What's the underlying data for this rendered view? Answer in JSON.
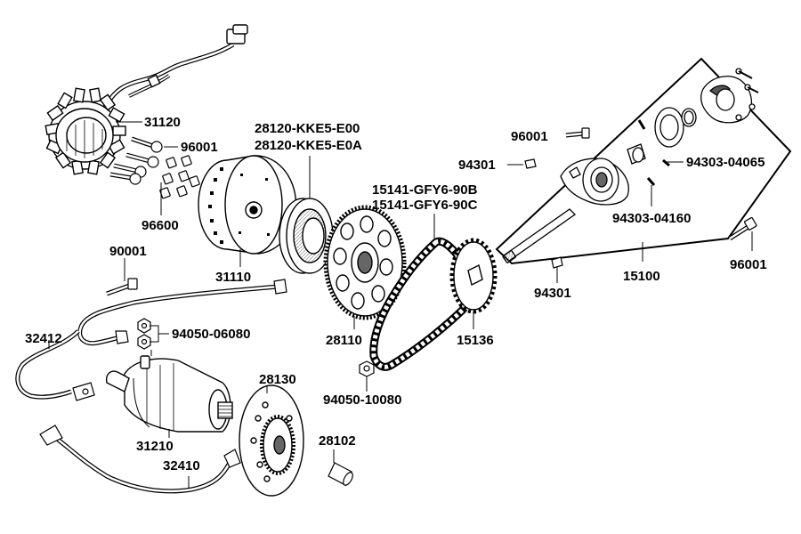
{
  "labels": {
    "p31120": "31120",
    "p96001a": "96001",
    "p96600": "96600",
    "p28120a": "28120-KKE5-E00",
    "p28120b": "28120-KKE5-E0A",
    "p31110": "31110",
    "p90001": "90001",
    "p94050a": "94050-06080",
    "p32412": "32412",
    "p28110": "28110",
    "p15141a": "15141-GFY6-90B",
    "p15141b": "15141-GFY6-90C",
    "p15136": "15136",
    "p94050b": "94050-10080",
    "p28130": "28130",
    "p31210": "31210",
    "p28102": "28102",
    "p32410": "32410",
    "p96001b": "96001",
    "p94301a": "94301",
    "p94303a": "94303-04065",
    "p94303b": "94303-04160",
    "p94301b": "94301",
    "p15100": "15100",
    "p96001c": "96001"
  },
  "colors": {
    "line": "#000000",
    "fill": "#ffffff",
    "shade": "#d8d8d8",
    "dark": "#555555"
  }
}
